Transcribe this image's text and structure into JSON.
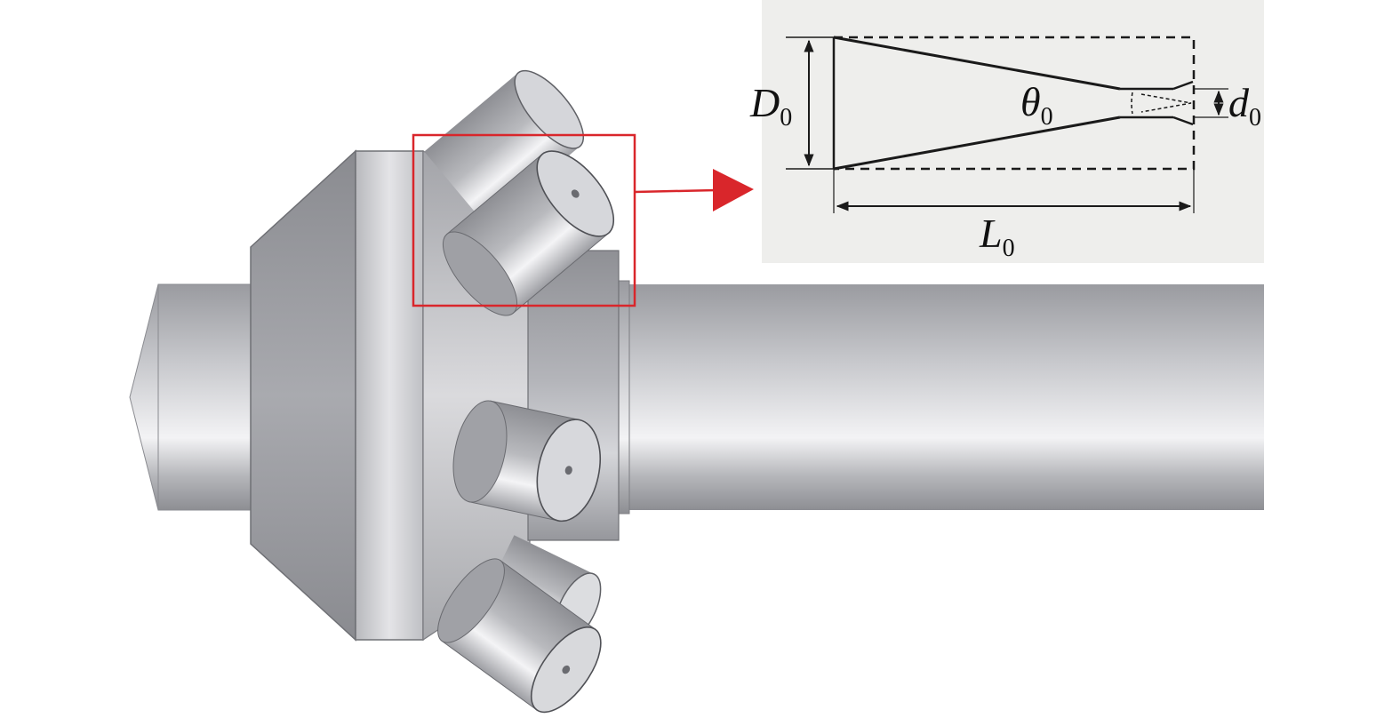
{
  "inset": {
    "labels": {
      "D": {
        "main": "D",
        "sub": "0"
      },
      "theta": {
        "main": "θ",
        "sub": "0"
      },
      "d": {
        "main": "d",
        "sub": "0"
      },
      "L": {
        "main": "L",
        "sub": "0"
      }
    }
  },
  "colors": {
    "highlight_box": "#d9262b",
    "arrow": "#d9262b",
    "inset_bg": "#eeeeec",
    "metal_dark": "#8f9095",
    "metal_light": "#f2f2f4",
    "line": "#1a1a1a"
  }
}
